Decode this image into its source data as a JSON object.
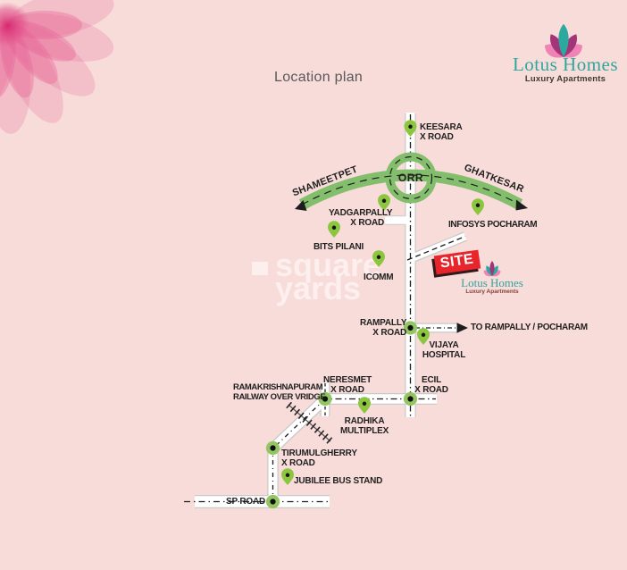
{
  "header": {
    "title": "Location plan"
  },
  "logo": {
    "name": "Lotus Homes",
    "tagline": "Luxury Apartments"
  },
  "site_logo": {
    "name": "Lotus Homes",
    "tagline": "Luxury Apartments"
  },
  "watermark": {
    "icon": "square-glyph",
    "text": "square\nyards"
  },
  "map": {
    "orr": "ORR",
    "site": "SITE",
    "highway_left": "SHAMEETPET",
    "highway_right": "GHATKESAR",
    "labels": {
      "keesara": "KEESARA\nX ROAD",
      "yadgarpally": "YADGARPALLY\nX ROAD",
      "infosys": "INFOSYS POCHARAM",
      "bits_pilani": "BITS PILANI",
      "icomm": "ICOMM",
      "rampally": "RAMPALLY\nX ROAD",
      "to_rampally": "TO RAMPALLY / POCHARAM",
      "vijaya": "VIJAYA\nHOSPITAL",
      "neresmet": "NERESMET\nX ROAD",
      "ecil": "ECIL\nX ROAD",
      "ramakrishnapuram": "RAMAKRISHNAPURAM\nRAILWAY OVER VRIDGE",
      "radhika": "RADHIKA\nMULTIPLEX",
      "tirumulgherry": "TIRUMULGHERRY\nX ROAD",
      "jubilee": "JUBILEE BUS STAND",
      "sp_road": "SP ROAD"
    },
    "icons": {
      "map_pins": [
        "keesara",
        "yadgarpally",
        "infosys",
        "bits_pilani",
        "icomm",
        "vijaya",
        "radhika",
        "jubilee"
      ],
      "junction_nodes": [
        "rampally",
        "neresmet",
        "ecil",
        "tirumulgherry",
        "sp_road"
      ]
    }
  },
  "colors": {
    "background": "#F8DCD9",
    "road_green": "#82BE6C",
    "pin_green": "#8CC63F",
    "node_green": "#94C563",
    "site_red": "#E8252B",
    "logo_teal": "#2EA79D",
    "lotus_magenta": "#A23577",
    "lotus_pink": "#EF83B5",
    "road_white": "#FFFFFF",
    "dash_black": "#1C1C1C"
  }
}
